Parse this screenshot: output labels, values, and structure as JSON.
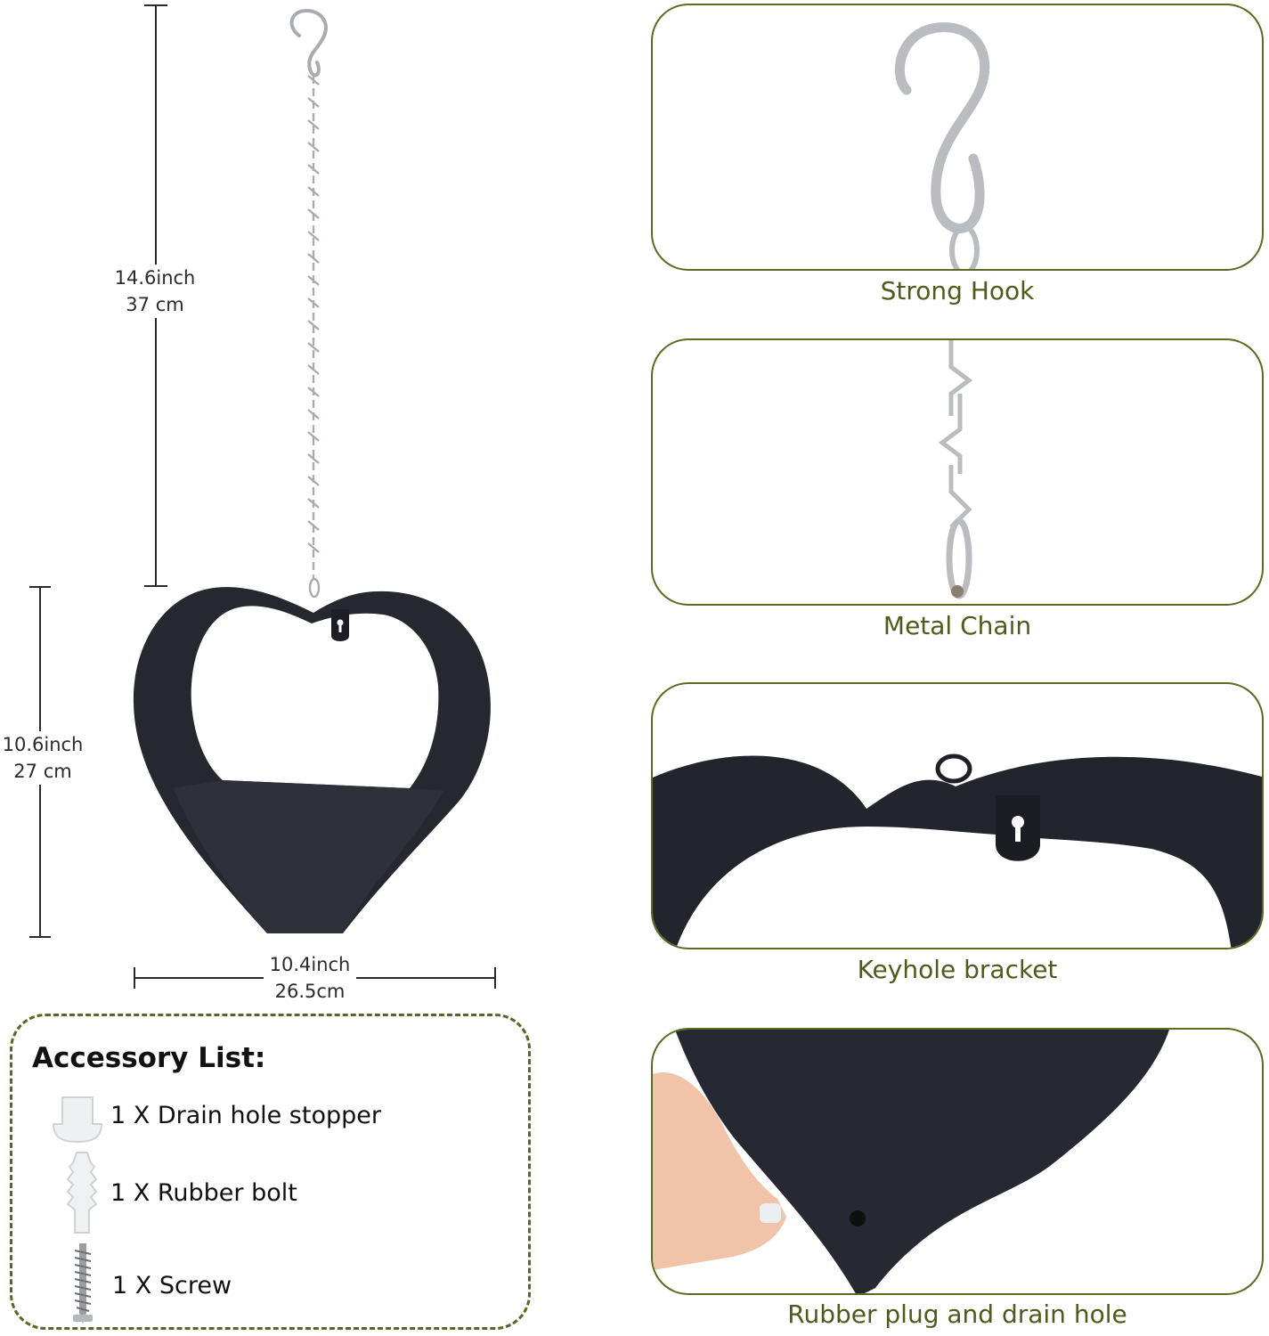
{
  "dimensions": {
    "chain_length": {
      "inch": "14.6inch",
      "cm": "37 cm"
    },
    "feeder_height": {
      "inch": "10.6inch",
      "cm": "27 cm"
    },
    "feeder_width": {
      "inch": "10.4inch",
      "cm": "26.5cm"
    }
  },
  "panels": [
    {
      "caption": "Strong Hook"
    },
    {
      "caption": "Metal Chain"
    },
    {
      "caption": "Keyhole bracket"
    },
    {
      "caption": "Rubber plug and drain hole"
    }
  ],
  "accessories": {
    "title": "Accessory List:",
    "items": [
      {
        "label": "1 X Drain hole stopper",
        "icon": "drain-stopper-icon"
      },
      {
        "label": "1 X Rubber bolt",
        "icon": "rubber-bolt-icon"
      },
      {
        "label": "1 X Screw",
        "icon": "screw-icon"
      }
    ]
  },
  "colors": {
    "accent_border": "#5c6a22",
    "caption_text": "#4f5a1c",
    "feeder_body": "#25262e",
    "metal": "#b9bcc0"
  }
}
